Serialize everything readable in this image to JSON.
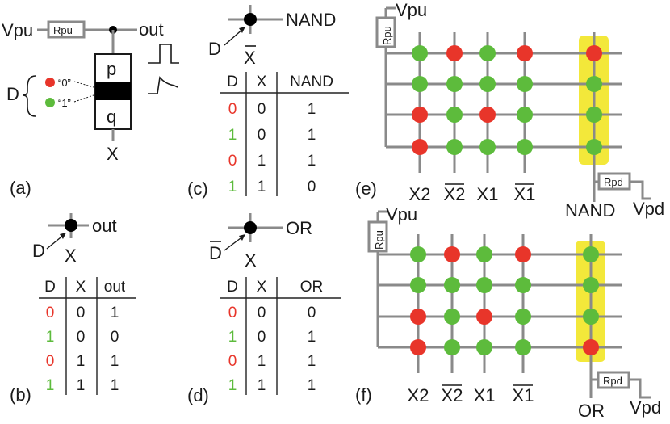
{
  "colors": {
    "red": "#e8352a",
    "green": "#5dbb3c",
    "wire": "#8a8a8a",
    "highlight": "#f3e83a"
  },
  "panel_a": {
    "tag": "(a)",
    "vpu": "Vpu",
    "rpu": "Rpu",
    "out": "out",
    "p": "p",
    "q": "q",
    "x": "X",
    "d": "D",
    "level0": "“0”",
    "level1": "“1”"
  },
  "panel_b": {
    "tag": "(b)",
    "d": "D",
    "x": "X",
    "out": "out",
    "headers": [
      "D",
      "X",
      "out"
    ],
    "rows": [
      {
        "d": "0",
        "x": "0",
        "y": "1",
        "dcolor": "red"
      },
      {
        "d": "1",
        "x": "0",
        "y": "0",
        "dcolor": "green"
      },
      {
        "d": "0",
        "x": "1",
        "y": "1",
        "dcolor": "red"
      },
      {
        "d": "1",
        "x": "1",
        "y": "1",
        "dcolor": "green"
      }
    ]
  },
  "panel_c": {
    "tag": "(c)",
    "d": "D",
    "x": "X",
    "out": "NAND",
    "headers": [
      "D",
      "X",
      "NAND"
    ],
    "rows": [
      {
        "d": "0",
        "x": "0",
        "y": "1",
        "dcolor": "red"
      },
      {
        "d": "1",
        "x": "0",
        "y": "1",
        "dcolor": "green"
      },
      {
        "d": "0",
        "x": "1",
        "y": "1",
        "dcolor": "red"
      },
      {
        "d": "1",
        "x": "1",
        "y": "0",
        "dcolor": "green"
      }
    ]
  },
  "panel_d": {
    "tag": "(d)",
    "d": "D",
    "x": "X",
    "out": "OR",
    "headers": [
      "D",
      "X",
      "OR"
    ],
    "rows": [
      {
        "d": "0",
        "x": "0",
        "y": "0",
        "dcolor": "red"
      },
      {
        "d": "1",
        "x": "0",
        "y": "1",
        "dcolor": "green"
      },
      {
        "d": "0",
        "x": "1",
        "y": "1",
        "dcolor": "red"
      },
      {
        "d": "1",
        "x": "1",
        "y": "1",
        "dcolor": "green"
      }
    ]
  },
  "panel_e": {
    "tag": "(e)",
    "vpu": "Vpu",
    "rpu": "Rpu",
    "rpd": "Rpd",
    "vpd": "Vpd",
    "out": "NAND",
    "columns": [
      "X2",
      "X2",
      "X1",
      "X1"
    ],
    "grid": [
      [
        "green",
        "red",
        "green",
        "red",
        "red"
      ],
      [
        "green",
        "green",
        "green",
        "green",
        "green"
      ],
      [
        "red",
        "green",
        "red",
        "green",
        "green"
      ],
      [
        "red",
        "green",
        "green",
        "green",
        "green"
      ]
    ]
  },
  "panel_f": {
    "tag": "(f)",
    "vpu": "Vpu",
    "rpu": "Rpu",
    "rpd": "Rpd",
    "vpd": "Vpd",
    "out": "OR",
    "columns": [
      "X2",
      "X2",
      "X1",
      "X1"
    ],
    "grid": [
      [
        "green",
        "red",
        "green",
        "red",
        "green"
      ],
      [
        "green",
        "green",
        "green",
        "green",
        "green"
      ],
      [
        "red",
        "green",
        "red",
        "green",
        "green"
      ],
      [
        "red",
        "green",
        "green",
        "green",
        "red"
      ]
    ]
  }
}
